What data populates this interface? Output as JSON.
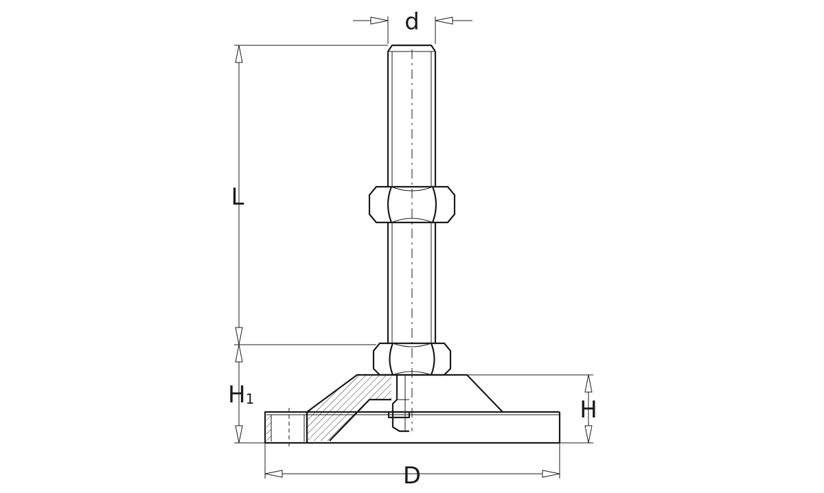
{
  "dimensions": {
    "d": "d",
    "L": "L",
    "H1_main": "H",
    "H1_sub": "1",
    "H": "H",
    "D": "D"
  }
}
